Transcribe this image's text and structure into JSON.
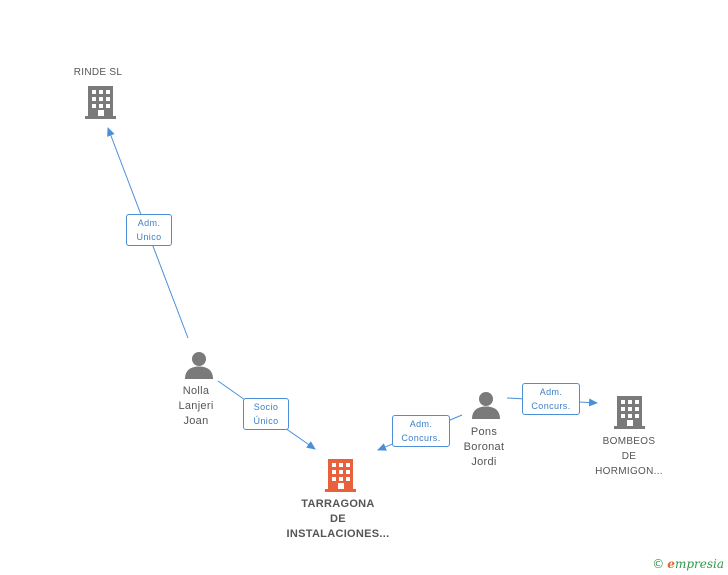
{
  "colors": {
    "edge": "#4a8fd8",
    "company_icon": "#7a7a7a",
    "focus_icon": "#e8603c",
    "person_icon": "#7a7a7a",
    "brand": "#2f9a4a",
    "brand_accent": "#e06a2a"
  },
  "nodes": {
    "rinde": {
      "type": "company",
      "lines": [
        "RINDE SL"
      ]
    },
    "nolla": {
      "type": "person",
      "lines": [
        "Nolla",
        "Lanjeri",
        "Joan"
      ]
    },
    "tarragona": {
      "type": "focus-company",
      "lines": [
        "TARRAGONA",
        "DE",
        "INSTALACIONES..."
      ]
    },
    "pons": {
      "type": "person",
      "lines": [
        "Pons",
        "Boronat",
        "Jordi"
      ]
    },
    "bombeos": {
      "type": "company",
      "lines": [
        "BOMBEOS",
        "DE",
        "HORMIGON..."
      ]
    }
  },
  "edges": {
    "adm_unico": {
      "from": "nolla",
      "to": "rinde",
      "lines": [
        "Adm.",
        "Unico"
      ]
    },
    "socio_unico": {
      "from": "nolla",
      "to": "tarragona",
      "lines": [
        "Socio",
        "Único"
      ]
    },
    "adm_concurs_1": {
      "from": "pons",
      "to": "tarragona",
      "lines": [
        "Adm.",
        "Concurs."
      ]
    },
    "adm_concurs_2": {
      "from": "pons",
      "to": "bombeos",
      "lines": [
        "Adm.",
        "Concurs."
      ]
    }
  },
  "brand": {
    "copyright": "©",
    "initial": "e",
    "rest": "mpresia"
  }
}
